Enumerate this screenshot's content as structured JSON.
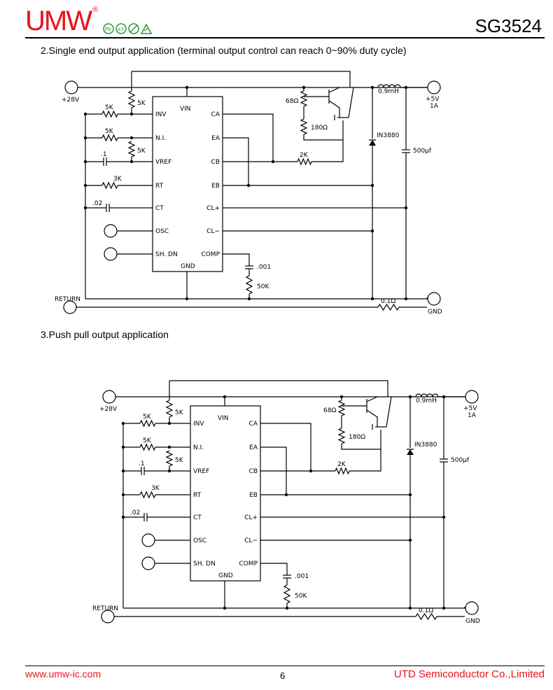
{
  "header": {
    "logo_text": "UMW",
    "registered_mark": "®",
    "part_number": "SG3524"
  },
  "sections": {
    "single_end": "2.Single end output application (terminal output control can reach 0~90% duty cycle)",
    "push_pull": "3.Push pull output application"
  },
  "schematic": {
    "supply_in": "+28V",
    "supply_out": "+5V",
    "current_out": "1A",
    "return_label": "RETURN",
    "gnd_label": "GND",
    "ic_pins_left": [
      "INV",
      "N.I.",
      "VREF",
      "RT",
      "CT",
      "OSC",
      "SH. DN"
    ],
    "ic_pins_right": [
      "CA",
      "EA",
      "CB",
      "EB",
      "CL+",
      "CL−",
      "COMP"
    ],
    "ic_top": "VIN",
    "ic_bottom": "GND",
    "r_inv": "5K",
    "r_ni": "5K",
    "r_div": "5K",
    "r_pullup": "5K",
    "c_vref": ".1",
    "r_rt": "3K",
    "c_ct": ".02",
    "r_base1": "68Ω",
    "r_base2": "180Ω",
    "r_drive": "2K",
    "inductor": "0.9mH",
    "diode": "IN3880",
    "c_out": "500μf",
    "c_comp": ".001",
    "r_comp": "50K",
    "r_sense": "0.1Ω"
  },
  "footer": {
    "url": "www.umw-ic.com",
    "page": "6",
    "company": "UTD Semiconductor Co.,Limited"
  }
}
